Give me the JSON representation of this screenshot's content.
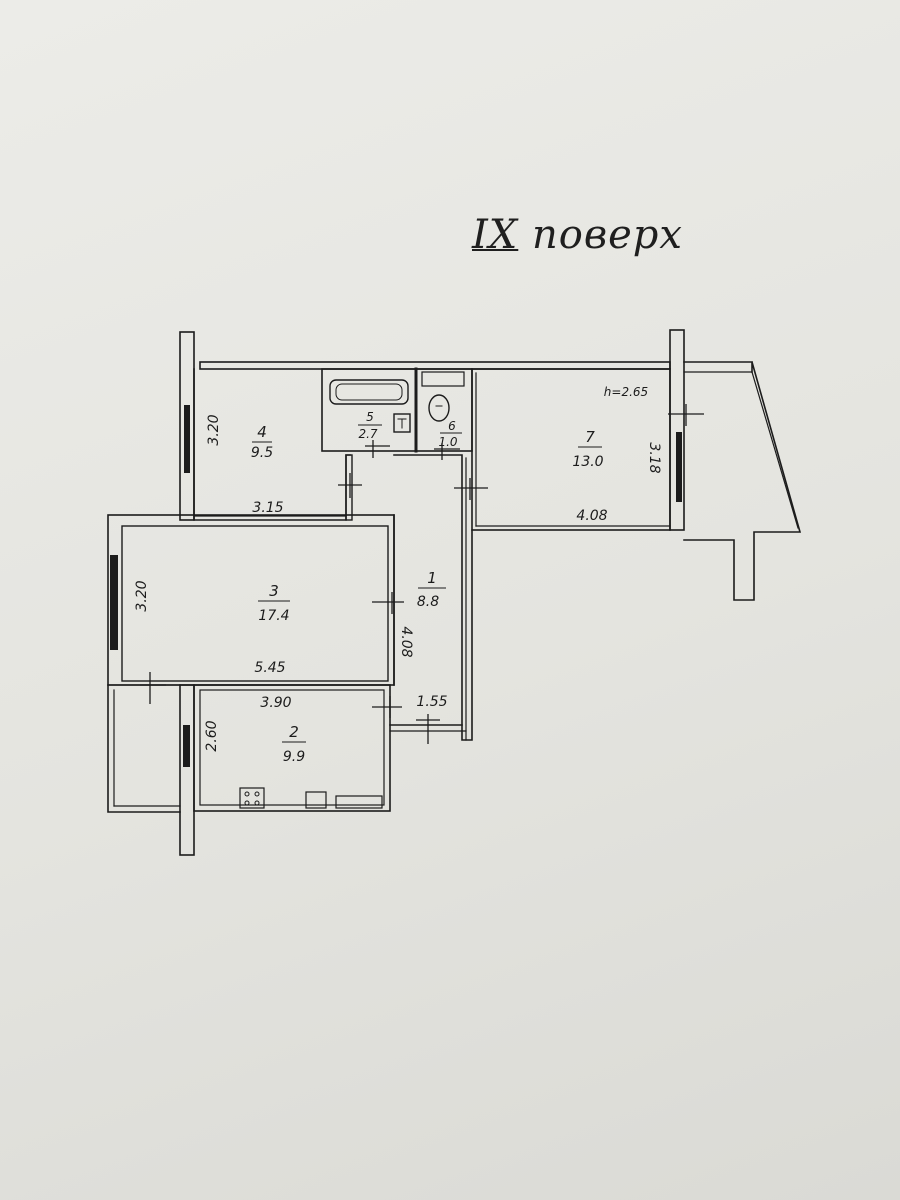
{
  "title": {
    "roman": "IX",
    "text": "поверх"
  },
  "ceiling_height": "h=2.65",
  "rooms": [
    {
      "number": "1",
      "area": "8.8"
    },
    {
      "number": "2",
      "area": "9.9"
    },
    {
      "number": "3",
      "area": "17.4"
    },
    {
      "number": "4",
      "area": "9.5"
    },
    {
      "number": "5",
      "area": "2.7"
    },
    {
      "number": "6",
      "area": "1.0"
    },
    {
      "number": "7",
      "area": "13.0"
    }
  ],
  "dimensions": {
    "room4_height": "3.20",
    "room4_width": "3.15",
    "room3_height": "3.20",
    "room3_width": "5.45",
    "room2_width": "3.90",
    "room2_height": "2.60",
    "hall_length": "4.08",
    "hall_width": "1.55",
    "room7_height": "3.18",
    "room7_width": "4.08"
  },
  "colors": {
    "ink": "#1c1c1c",
    "paper": "#e6e6e1"
  }
}
